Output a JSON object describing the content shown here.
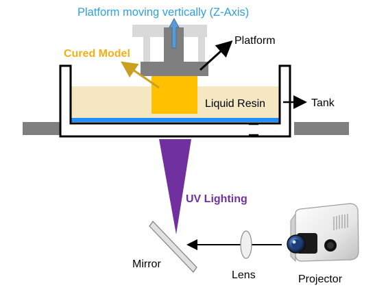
{
  "labels": {
    "z_axis": "Platform moving vertically (Z-Axis)",
    "platform": "Platform",
    "cured_model": "Cured Model",
    "liquid_resin": "Liquid Resin",
    "tank": "Tank",
    "uv_lighting": "UV Lighting",
    "mirror": "Mirror",
    "lens": "Lens",
    "projector": "Projector"
  },
  "colors": {
    "z_axis_text": "#2e9fe0",
    "cured_model_text": "#f2b015",
    "uv_text": "#7030a0",
    "cured_model_fill": "#ffc000",
    "resin_fill": "#f5e7c1",
    "resin_surface": "#1e90ff",
    "platform_fill": "#7f7f7f",
    "frame_fill": "#d9d9d9",
    "beam_fill": "#7030a0",
    "stand_fill": "#7f7f7f"
  }
}
